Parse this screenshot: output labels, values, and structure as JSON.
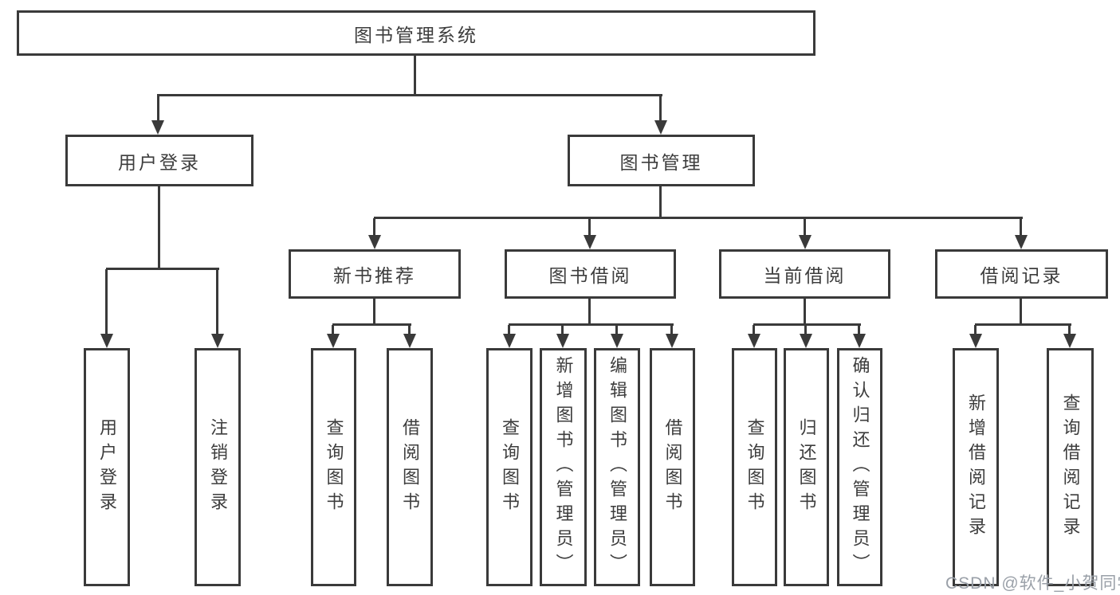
{
  "diagram": {
    "title": "图书管理系统",
    "level2": {
      "user_login": "用户登录",
      "book_mgmt": "图书管理"
    },
    "level3": {
      "new_book_rec": "新书推荐",
      "book_borrow": "图书借阅",
      "current_borrow": "当前借阅",
      "borrow_records": "借阅记录"
    },
    "leaves": {
      "ul_login": "用户登录",
      "ul_logout": "注销登录",
      "nb_query": "查询图书",
      "nb_borrow": "借阅图书",
      "bb_query": "查询图书",
      "bb_add": "新增图书（管理员）",
      "bb_edit": "编辑图书（管理员）",
      "bb_borrow": "借阅图书",
      "cb_query": "查询图书",
      "cb_return": "归还图书",
      "cb_confirm": "确认归还（管理员）",
      "br_add": "新增借阅记录",
      "br_query": "查询借阅记录"
    },
    "watermark": "CSDN @软件_小贺同学",
    "colors": {
      "line": "#3a3a3a",
      "text": "#3d3d3d",
      "watermark": "#9aa0a8",
      "background": "#ffffff"
    }
  }
}
